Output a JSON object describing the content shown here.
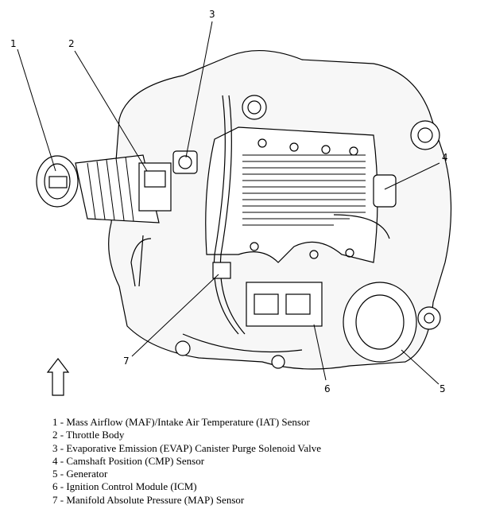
{
  "callouts": [
    {
      "num": "1",
      "text": "Mass Airflow (MAF)/Intake Air Temperature (IAT) Sensor"
    },
    {
      "num": "2",
      "text": "Throttle Body"
    },
    {
      "num": "3",
      "text": "Evaporative Emission (EVAP) Canister Purge Solenoid Valve"
    },
    {
      "num": "4",
      "text": "Camshaft Position (CMP) Sensor"
    },
    {
      "num": "5",
      "text": "Generator"
    },
    {
      "num": "6",
      "text": "Ignition Control Module (ICM)"
    },
    {
      "num": "7",
      "text": "Manifold Absolute Pressure (MAP) Sensor"
    }
  ],
  "legend_separator": " - ",
  "icons": {
    "front_arrow": "up-arrow-icon"
  }
}
